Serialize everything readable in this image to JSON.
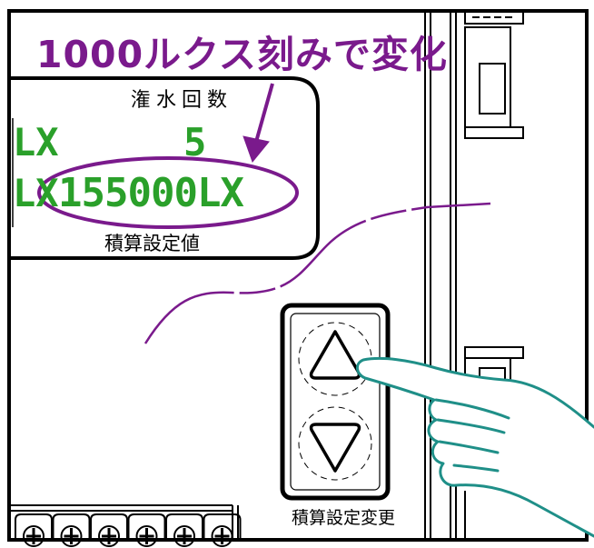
{
  "colors": {
    "annotation": "#7a1a8c",
    "lcd_text": "#2aa02a",
    "hand_outline": "#1f8f88",
    "line": "#000000",
    "background": "#ffffff"
  },
  "annotation": {
    "caption": "1000ルクス刻みで変化"
  },
  "display_panel": {
    "header": "潅水回数",
    "row1": {
      "unit": "LX",
      "value": "5"
    },
    "row2": {
      "unit": "LX",
      "value": "155000LX"
    },
    "footer": "積算設定値"
  },
  "button_pad": {
    "caption": "積算設定変更",
    "up_icon": "triangle-up-icon",
    "down_icon": "triangle-down-icon"
  },
  "terminal_block": {
    "terminal_count": 6,
    "terminal_icon": "screw-terminal-icon"
  },
  "hand_icon": "pointing-hand-icon"
}
